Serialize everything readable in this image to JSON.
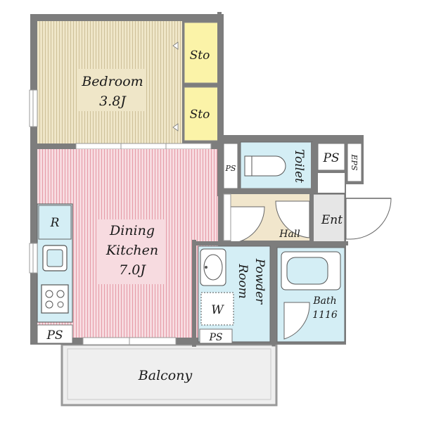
{
  "rooms": {
    "bedroom": {
      "name": "Bedroom",
      "size": "3.8J"
    },
    "storage_top": "Sto",
    "storage_bottom": "Sto",
    "dining_kitchen": {
      "line1": "Dining",
      "line2": "Kitchen",
      "size": "7.0J"
    },
    "toilet": "Toilet",
    "ps_small": "PS",
    "ps_right": "PS",
    "eps": "EPS",
    "entrance": "Ent",
    "hall": "Hall",
    "powder_room": {
      "line1": "Powder",
      "line2": "Room"
    },
    "washer": "W",
    "bath": {
      "name": "Bath",
      "size": "1116"
    },
    "refrigerator": "R",
    "ps_left_bottom": "PS",
    "ps_center_bottom": "PS",
    "balcony": "Balcony"
  },
  "colors": {
    "wall": "#7d7d7d",
    "bedroom_floor": "#efe6c8",
    "dining_floor": "#f6d4da",
    "storage": "#fbf3a8",
    "wet_area": "#d4eef5",
    "hall": "#f1e6cc",
    "entrance": "#e6e6e6",
    "balcony": "#efefef"
  }
}
